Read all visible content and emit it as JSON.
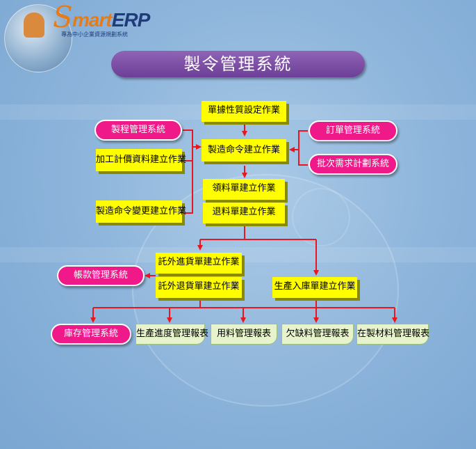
{
  "logo": {
    "s": "S",
    "brand_main": "mart",
    "brand_erp": "ERP",
    "subtitle": "專為中小企業資源規劃系統"
  },
  "title": "製令管理系統",
  "boxes": {
    "doc_setup": "單據性質設定作業",
    "process_mgmt": "製程管理系統",
    "processing_price": "加工計價資料建立作業",
    "mo_create": "製造命令建立作業",
    "order_mgmt": "訂單管理系統",
    "batch_demand": "批次需求計劃系統",
    "mo_change": "製造命令變更建立作業",
    "material_issue": "領料單建立作業",
    "material_return": "退料單建立作業",
    "account_mgmt": "帳款管理系統",
    "outsource_receipt": "託外進貨單建立作業",
    "outsource_return": "託外退貨單建立作業",
    "production_storage": "生產入庫單建立作業",
    "inventory_mgmt": "庫存管理系統",
    "progress_report": "生產進度管理報表",
    "material_usage_report": "用料管理報表",
    "shortage_report": "欠缺料管理報表",
    "wip_report": "在製材料管理報表"
  },
  "colors": {
    "arrow": "#e8161e",
    "title_bg": "#7a4aa3",
    "pink": "#f0198a",
    "yellow": "#fffe00",
    "report": "#e6f3cc"
  }
}
